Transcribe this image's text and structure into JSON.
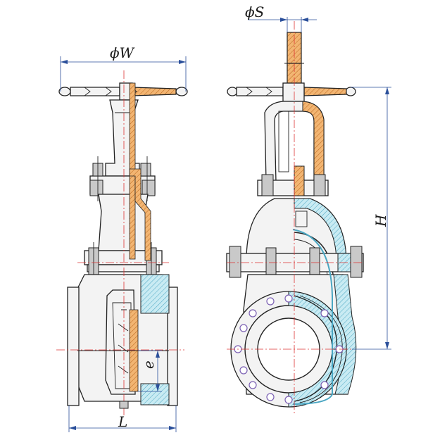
{
  "labels": {
    "handwheel_diameter": "ϕW",
    "stem_diameter": "ϕS",
    "height": "H",
    "length": "L",
    "offset": "e"
  },
  "colors": {
    "stem_section": "#e7a04b",
    "stem_hatch": "#b9651c",
    "body_section": "#bfe6f0",
    "body_hatch": "#4aa6c2",
    "center_line": "#dd3333",
    "dimension_line": "#2a4f9a",
    "bolt_holes": "#7a5fb3"
  }
}
